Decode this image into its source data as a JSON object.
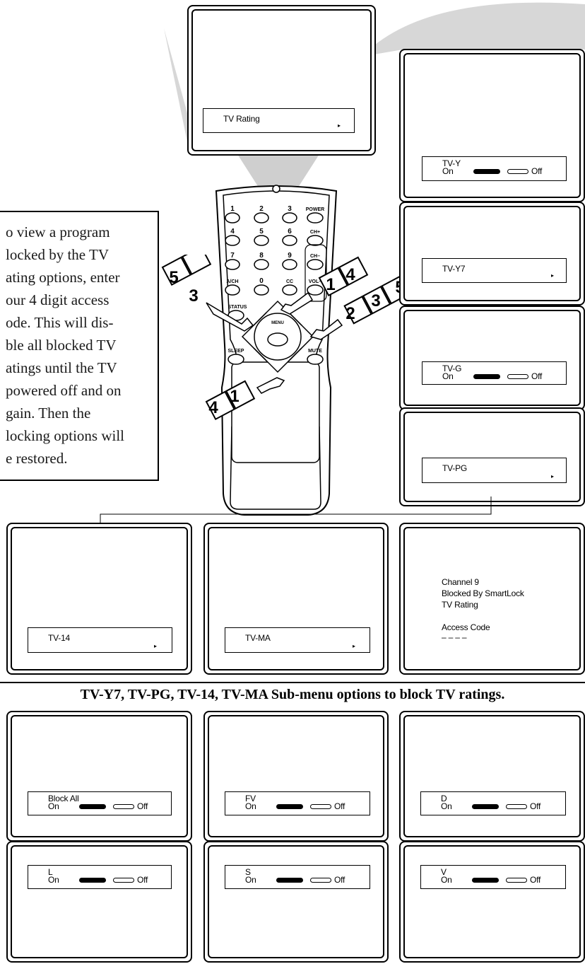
{
  "note": {
    "lines": [
      "o view a program",
      "locked by the TV",
      "ating options, enter",
      "our 4 digit access",
      "ode. This will dis-",
      "ble all blocked TV",
      "atings until the TV",
      " powered off and on",
      "gain. Then the",
      "locking options will",
      "e restored."
    ]
  },
  "screens": {
    "tv_rating": {
      "label": "TV Rating"
    },
    "tv_y": {
      "label": "TV-Y",
      "on": "On",
      "off": "Off"
    },
    "tv_y7": {
      "label": "TV-Y7"
    },
    "tv_g": {
      "label": "TV-G",
      "on": "On",
      "off": "Off"
    },
    "tv_pg": {
      "label": "TV-PG"
    },
    "tv_14": {
      "label": "TV-14"
    },
    "tv_ma": {
      "label": "TV-MA"
    },
    "blocked": {
      "line1": "Channel 9",
      "line2": "Blocked By SmartLock",
      "line3": "TV Rating",
      "line4": "Access Code",
      "code": "– – – –"
    }
  },
  "caption": "TV-Y7, TV-PG, TV-14, TV-MA Sub-menu options to block TV ratings.",
  "submenu": [
    {
      "label": "Block All",
      "on": "On",
      "off": "Off"
    },
    {
      "label": "FV",
      "on": "On",
      "off": "Off"
    },
    {
      "label": "D",
      "on": "On",
      "off": "Off"
    },
    {
      "label": "L",
      "on": "On",
      "off": "Off"
    },
    {
      "label": "S",
      "on": "On",
      "off": "Off"
    },
    {
      "label": "V",
      "on": "On",
      "off": "Off"
    }
  ],
  "remote": {
    "buttons": [
      "1",
      "2",
      "3",
      "POWER",
      "4",
      "5",
      "6",
      "CH+",
      "7",
      "8",
      "9",
      "CH–",
      "A/CH",
      "0",
      "CC",
      "VOL–",
      "STATUS",
      "MENU",
      "SLEEP",
      "MUTE"
    ]
  },
  "steps": {
    "left_top": [
      "5",
      "3"
    ],
    "right_top": [
      "1",
      "4"
    ],
    "right": [
      "2",
      "3",
      "5"
    ],
    "bottom": [
      "4",
      "1"
    ]
  },
  "arrow_glyph": "▸"
}
